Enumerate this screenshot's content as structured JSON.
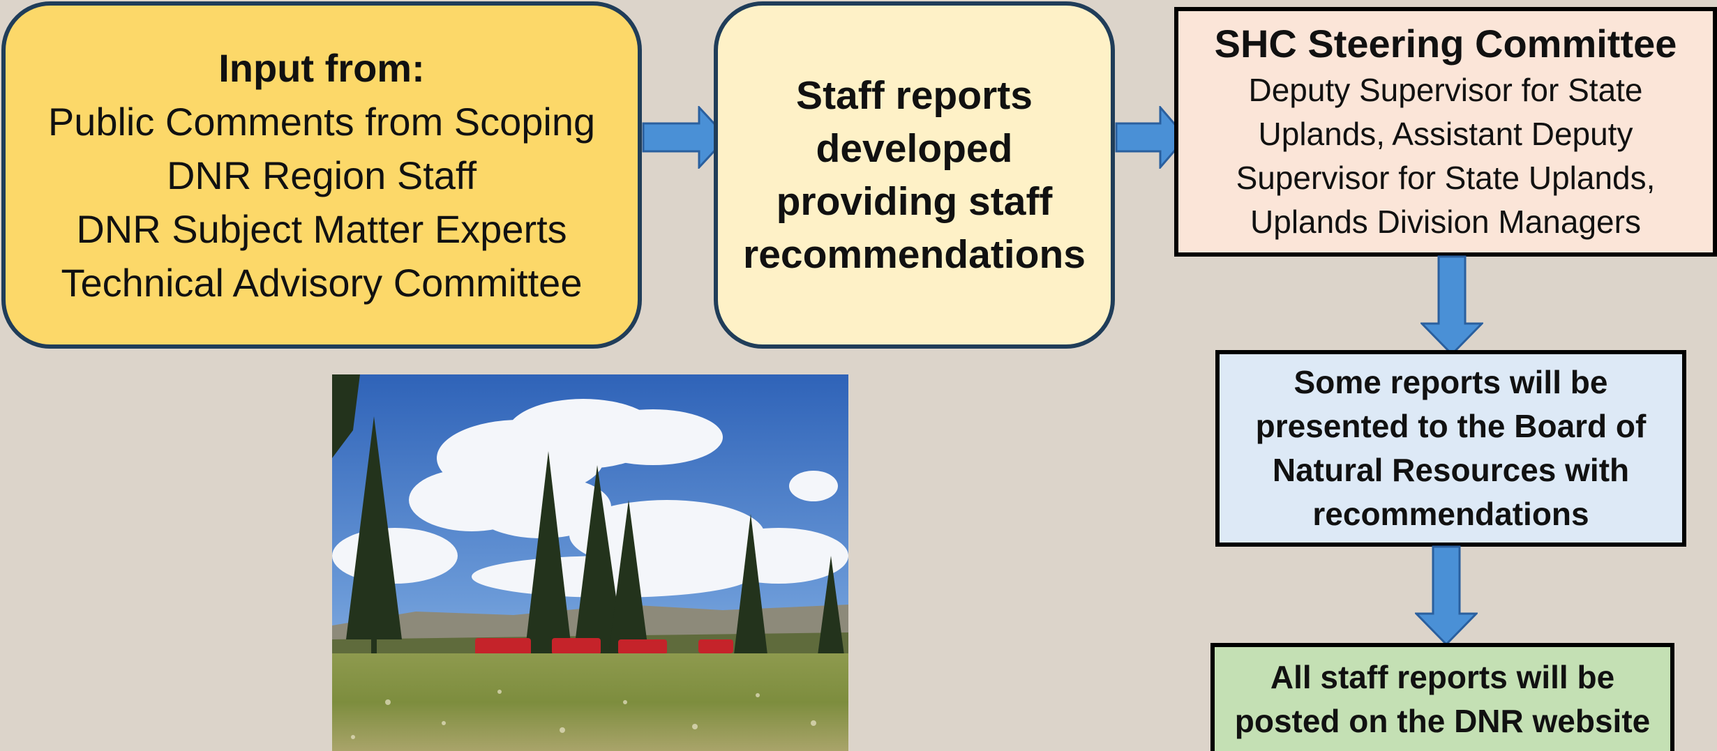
{
  "input_box": {
    "heading": "Input from:",
    "lines": [
      "Public Comments from Scoping",
      "DNR Region Staff",
      "DNR Subject Matter Experts",
      "Technical Advisory Committee"
    ]
  },
  "staff_box": {
    "lines": [
      "Staff reports",
      "developed",
      "providing staff",
      "recommendations"
    ]
  },
  "shc_box": {
    "heading": "SHC Steering Committee",
    "lines": [
      "Deputy Supervisor for State",
      "Uplands, Assistant Deputy",
      "Supervisor for State Uplands,",
      "Uplands Division Managers"
    ]
  },
  "board_box": {
    "lines": [
      "Some reports will be",
      "presented to the Board of",
      "Natural Resources with",
      "recommendations"
    ]
  },
  "website_box": {
    "lines": [
      "All staff reports will be",
      "posted on the DNR website"
    ]
  },
  "colors": {
    "background": "#dcd4ca",
    "arrow": "#4a90d6",
    "arrow_outline": "#2a5f9e",
    "input_fill": "#fcd869",
    "staff_fill": "#fef1c7",
    "shc_fill": "#fbe5d8",
    "board_fill": "#dde9f6",
    "website_fill": "#c4e0b4"
  }
}
